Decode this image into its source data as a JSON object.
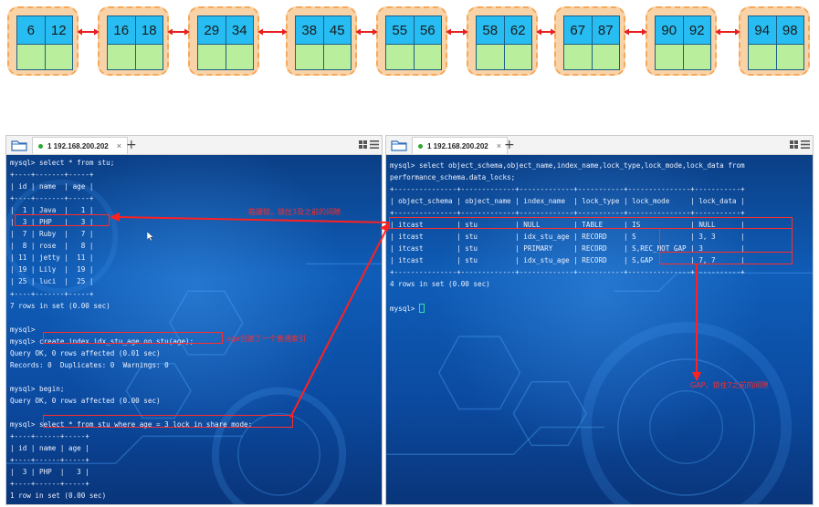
{
  "leaf_nodes": [
    {
      "keys": [
        "6",
        "12"
      ]
    },
    {
      "keys": [
        "16",
        "18"
      ]
    },
    {
      "keys": [
        "29",
        "34"
      ]
    },
    {
      "keys": [
        "38",
        "45"
      ]
    },
    {
      "keys": [
        "55",
        "56"
      ]
    },
    {
      "keys": [
        "58",
        "62"
      ]
    },
    {
      "keys": [
        "67",
        "87"
      ]
    },
    {
      "keys": [
        "90",
        "92"
      ]
    },
    {
      "keys": [
        "94",
        "98"
      ]
    }
  ],
  "colors": {
    "node_bg": "#f9d3a8",
    "node_border": "#f6a85a",
    "key_cell": "#27bdf2",
    "pointer_cell": "#b9ef9c",
    "link_arrow": "#e8201e",
    "annotation": "#ff2b2b",
    "terminal_bg": "#0b4aa0"
  },
  "left_terminal": {
    "tab_label": "1 192.168.200.202",
    "tab_close": "×",
    "new_tab": "+",
    "output": "mysql> select * from stu;\n+----+-------+-----+\n| id | name  | age |\n+----+-------+-----+\n|  1 | Java  |   1 |\n|  3 | PHP   |   3 |\n|  7 | Ruby  |   7 |\n|  8 | rose  |   8 |\n| 11 | jetty |  11 |\n| 19 | Lily  |  19 |\n| 25 | luci  |  25 |\n+----+-------+-----+\n7 rows in set (0.00 sec)\n\nmysql>\nmysql> create index idx_stu_age on stu(age);\nQuery OK, 0 rows affected (0.01 sec)\nRecords: 0  Duplicates: 0  Warnings: 0\n\nmysql> begin;\nQuery OK, 0 rows affected (0.00 sec)\n\nmysql> select * from stu where age = 3 lock in share mode;\n+----+------+-----+\n| id | name | age |\n+----+------+-----+\n|  3 | PHP  |   3 |\n+----+------+-----+\n1 row in set (0.00 sec)"
  },
  "right_terminal": {
    "tab_label": "1 192.168.200.202",
    "tab_close": "×",
    "new_tab": "+",
    "output": "mysql> select object_schema,object_name,index_name,lock_type,lock_mode,lock_data from\nperformance_schema.data_locks;\n+---------------+-------------+-------------+-----------+---------------+-----------+\n| object_schema | object_name | index_name  | lock_type | lock_mode     | lock_data |\n+---------------+-------------+-------------+-----------+---------------+-----------+\n| itcast        | stu         | NULL        | TABLE     | IS            | NULL      |\n| itcast        | stu         | idx_stu_age | RECORD    | S             | 3, 3      |\n| itcast        | stu         | PRIMARY     | RECORD    | S,REC_NOT_GAP | 3         |\n| itcast        | stu         | idx_stu_age | RECORD    | S,GAP         | 7, 7      |\n+---------------+-------------+-------------+-----------+---------------+-----------+\n4 rows in set (0.00 sec)\n\nmysql> "
  },
  "annotations": {
    "next_key_lock": "临键锁，锁住3及之前的间隙",
    "index_note": "age创建了一个普通索引",
    "gap_lock": "GAP，锁住7之前的间隙"
  }
}
